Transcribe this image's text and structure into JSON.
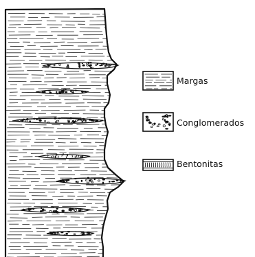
{
  "legend": {
    "items": [
      {
        "key": "margas",
        "label": "Margas"
      },
      {
        "key": "conglomerados",
        "label": "Conglomerados"
      },
      {
        "key": "bentonitas",
        "label": "Bentonitas"
      }
    ]
  },
  "colors": {
    "ink": "#111111",
    "paper": "#ffffff"
  }
}
